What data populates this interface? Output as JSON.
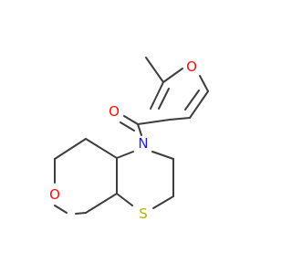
{
  "colors": {
    "bond": "#3d3d3d",
    "oxygen": "#ff0d0d",
    "nitrogen": "#1f1fe6",
    "sulfur": "#b2b200",
    "background": "#ffffff"
  },
  "atoms": {
    "carbonyl_oxygen": "O",
    "furan_oxygen": "O",
    "pyran_oxygen": "O",
    "nitrogen": "N",
    "sulfur": "S"
  }
}
